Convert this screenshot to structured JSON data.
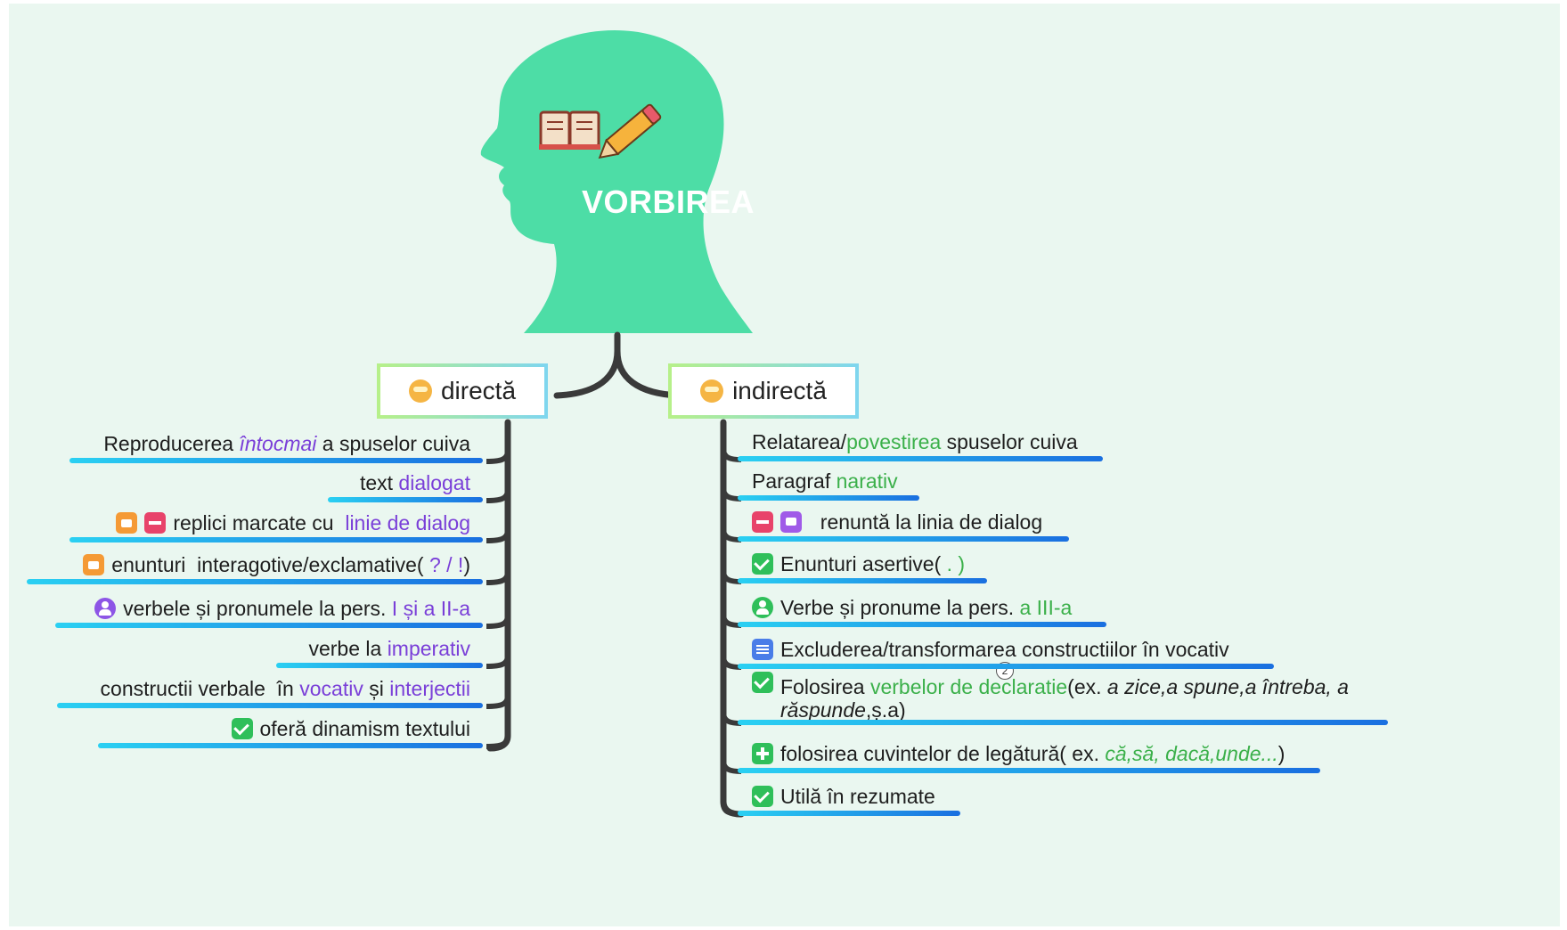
{
  "title": "VORBIREA",
  "left_node": {
    "label": "directă",
    "icon": "smiley-emoji-icon"
  },
  "right_node": {
    "label": "indirectă",
    "icon": "surprised-emoji-icon"
  },
  "colors": {
    "head": "#4ddda6",
    "background": "#eaf7f0",
    "branch": "#3a3a3a",
    "underline_start": "#2ad0f2",
    "underline_end": "#1a6fe0",
    "purple_text": "#7a3fd8",
    "green_text": "#3bb04a"
  },
  "left_items": [
    {
      "parts": [
        [
          "Reproducerea ",
          ""
        ],
        [
          "întocmai",
          "purple ital"
        ],
        [
          " a spuselor cuiva",
          ""
        ]
      ]
    },
    {
      "parts": [
        [
          "text ",
          ""
        ],
        [
          "dialogat",
          "purple"
        ]
      ]
    },
    {
      "icons": [
        "thumbup",
        "minus"
      ],
      "parts": [
        [
          "replici marcate cu  ",
          ""
        ],
        [
          "linie de dialog",
          "purple"
        ]
      ]
    },
    {
      "icons": [
        "thumbup"
      ],
      "parts": [
        [
          "enunturi  interagotive/exclamative(",
          ""
        ],
        [
          " ? / !",
          "purple"
        ],
        [
          ")",
          ""
        ]
      ]
    },
    {
      "icons": [
        "person purple-bg"
      ],
      "parts": [
        [
          "verbele și pronumele la pers. ",
          ""
        ],
        [
          "I și a II-a",
          "purple"
        ]
      ]
    },
    {
      "parts": [
        [
          "verbe la ",
          ""
        ],
        [
          "imperativ",
          "purple"
        ]
      ]
    },
    {
      "parts": [
        [
          "constructii verbale  în ",
          ""
        ],
        [
          "vocativ",
          "purple"
        ],
        [
          " și ",
          ""
        ],
        [
          "interjectii",
          "purple"
        ]
      ]
    },
    {
      "icons": [
        "check"
      ],
      "parts": [
        [
          "oferă dinamism textului",
          ""
        ]
      ]
    }
  ],
  "right_items": [
    {
      "parts": [
        [
          "Relatarea/",
          ""
        ],
        [
          "povestirea",
          "green"
        ],
        [
          " spuselor cuiva",
          ""
        ]
      ]
    },
    {
      "parts": [
        [
          "Paragraf ",
          ""
        ],
        [
          "narativ",
          "green"
        ]
      ]
    },
    {
      "icons": [
        "minus",
        "thumbdown"
      ],
      "parts": [
        [
          "  renuntă la linia de dialog",
          ""
        ]
      ]
    },
    {
      "icons": [
        "check"
      ],
      "parts": [
        [
          "Enunturi asertive(",
          ""
        ],
        [
          " . )",
          "green"
        ]
      ]
    },
    {
      "icons": [
        "person green-bg"
      ],
      "parts": [
        [
          "Verbe și pronume la pers. ",
          ""
        ],
        [
          "a III-a",
          "green"
        ]
      ]
    },
    {
      "icons": [
        "card"
      ],
      "parts": [
        [
          "Excluderea/transformarea constructiilor în vocativ",
          ""
        ]
      ],
      "badge": "2"
    },
    {
      "icons": [
        "check"
      ],
      "parts": [
        [
          "Folosirea ",
          ""
        ],
        [
          "verbelor de declaratie",
          "green"
        ],
        [
          "(ex. ",
          ""
        ],
        [
          "a zice,a spune,a întreba, a",
          "ital"
        ]
      ],
      "line2": [
        [
          "răspunde",
          "ital"
        ],
        [
          ",ș.a)",
          ""
        ]
      ]
    },
    {
      "icons": [
        "plus"
      ],
      "parts": [
        [
          "folosirea cuvintelor de legătură( ex. ",
          ""
        ],
        [
          "că,să, dacă,unde...",
          "green ital"
        ],
        [
          ")",
          ""
        ]
      ]
    },
    {
      "icons": [
        "check"
      ],
      "parts": [
        [
          "Utilă în rezumate",
          ""
        ]
      ]
    }
  ]
}
